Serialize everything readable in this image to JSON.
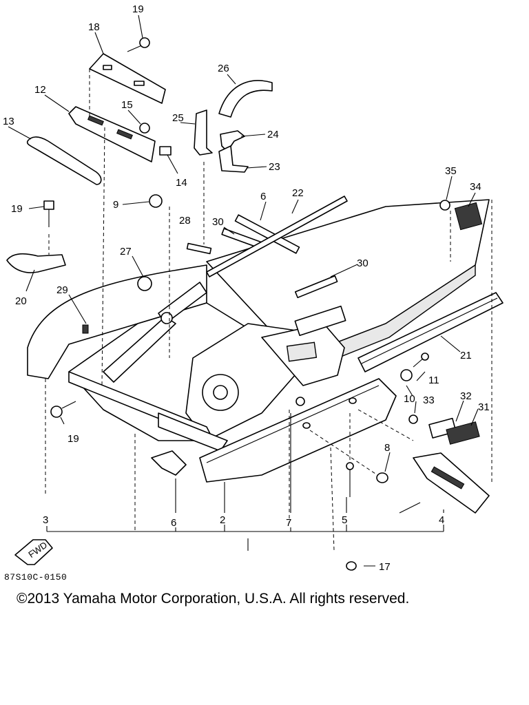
{
  "labels": {
    "c19a": "19",
    "c18": "18",
    "c12": "12",
    "c15": "15",
    "c13": "13",
    "c26": "26",
    "c25": "25",
    "c24": "24",
    "c23": "23",
    "c14": "14",
    "c9": "9",
    "c19b": "19",
    "c28": "28",
    "c30a": "30",
    "c6a": "6",
    "c22": "22",
    "c35": "35",
    "c34": "34",
    "c27": "27",
    "c20": "20",
    "c29": "29",
    "c30b": "30",
    "c21": "21",
    "c11": "11",
    "c10": "10",
    "c33": "33",
    "c32": "32",
    "c31": "31",
    "c19c": "19",
    "c8": "8",
    "c3": "3",
    "c6b": "6",
    "c2": "2",
    "c7": "7",
    "c5": "5",
    "c4": "4",
    "c17": "17"
  },
  "fwd_label": "FWD",
  "figure_code": "87S10C-0150",
  "copyright": "©2013 Yamaha Motor Corporation, U.S.A. All rights reserved."
}
